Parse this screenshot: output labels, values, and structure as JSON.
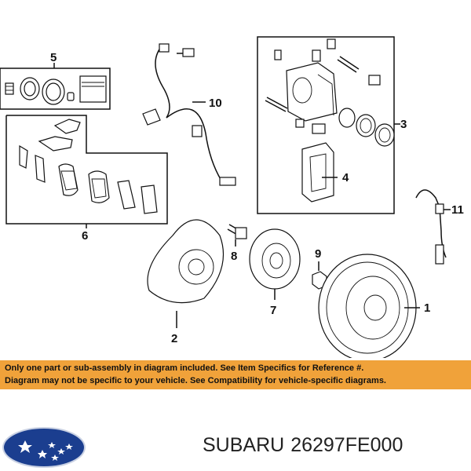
{
  "callouts": {
    "c1": "1",
    "c2": "2",
    "c3": "3",
    "c4": "4",
    "c5": "5",
    "c6": "6",
    "c7": "7",
    "c8": "8",
    "c9": "9",
    "c10": "10",
    "c11": "11"
  },
  "disclaimer": {
    "line1": "Only one part or sub-assembly in diagram included. See Item Specifics for Reference #.",
    "line2": "Diagram may not be specific to your vehicle. See Compatibility for vehicle-specific diagrams."
  },
  "product": {
    "brand": "SUBARU",
    "part_number": "26297FE000"
  },
  "colors": {
    "disclaimer_bg": "#f0a23a",
    "logo_blue": "#1b3e8f"
  },
  "icons": {
    "logo": "subaru-logo-icon"
  }
}
